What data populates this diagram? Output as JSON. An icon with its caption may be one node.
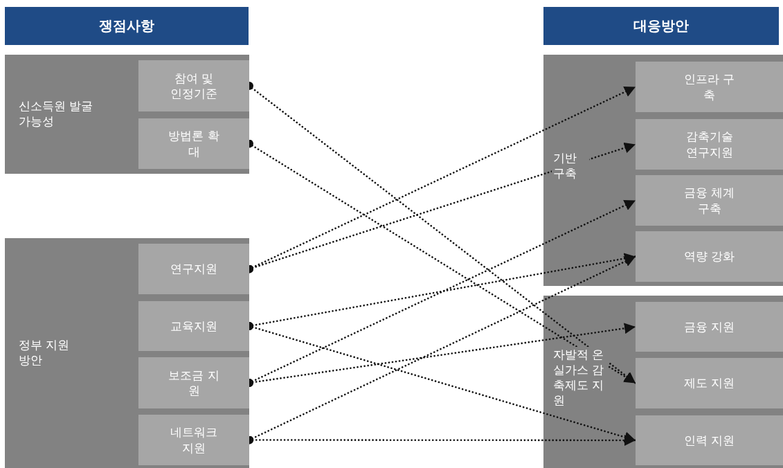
{
  "diagram": {
    "nodes": [
      {
        "text": [
          "쟁점사항"
        ]
      },
      {
        "text": [
          "대응방안"
        ]
      },
      {
        "text": [
          "신소득원 발굴 가능성"
        ]
      },
      {
        "text": [
          "참여 및 인정기준"
        ],
        "in": 2
      },
      {
        "text": [
          "방법론 확대"
        ],
        "in": 2
      },
      {
        "text": [
          "정부 지원방안"
        ]
      },
      {
        "text": [
          "연구지원"
        ],
        "in": 5
      },
      {
        "text": [
          "교육지원"
        ],
        "in": 5
      },
      {
        "text": [
          "보조금 지원"
        ],
        "in": 5
      },
      {
        "text": [
          "네트워크 지원"
        ],
        "in": 5
      },
      {
        "text": [
          "기반 구축"
        ]
      },
      {
        "text": [
          "인프라 구축"
        ],
        "in": 10
      },
      {
        "text": [
          "감축기술 연구지원"
        ],
        "in": 10
      },
      {
        "text": [
          "금융 체계구축"
        ],
        "in": 10
      },
      {
        "text": [
          "역량 강화"
        ],
        "in": 10
      },
      {
        "text": [
          "자발적 온실가스 감축제도 지원"
        ]
      },
      {
        "text": [
          "금융 지원"
        ],
        "in": 15
      },
      {
        "text": [
          "제도 지원"
        ],
        "in": 15
      },
      {
        "text": [
          "인력 지원"
        ],
        "in": 15
      }
    ],
    "edges": [
      {
        "from": 3,
        "to": 17,
        "arrow": "to"
      },
      {
        "from": 4,
        "to": 17,
        "arrow": "to"
      },
      {
        "from": 6,
        "to": 11,
        "arrow": "to"
      },
      {
        "from": 6,
        "to": 12,
        "arrow": "to"
      },
      {
        "from": 7,
        "to": 14,
        "arrow": "to"
      },
      {
        "from": 7,
        "to": 18,
        "arrow": "to"
      },
      {
        "from": 8,
        "to": 13,
        "arrow": "to"
      },
      {
        "from": 8,
        "to": 16,
        "arrow": "to"
      },
      {
        "from": 9,
        "to": 14,
        "arrow": "to"
      },
      {
        "from": 9,
        "to": 18,
        "arrow": "to"
      }
    ]
  }
}
